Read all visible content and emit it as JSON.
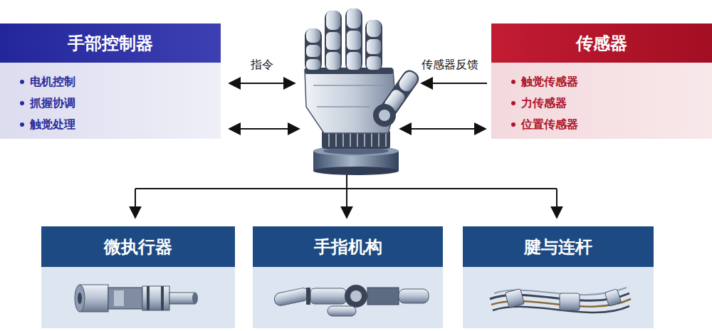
{
  "diagram": {
    "nodes": [
      {
        "text": [
          "手部控制器",
          "电机控制",
          "抓握协调",
          "触觉处理"
        ]
      },
      {
        "text": [
          "传感器",
          "触觉传感器",
          "力传感器",
          "位置传感器"
        ]
      },
      {
        "text": [
          "微执行器"
        ]
      },
      {
        "text": [
          "手指机构"
        ]
      },
      {
        "text": [
          "腱与连杆"
        ]
      }
    ],
    "labels": [
      "指令",
      "传感器反馈"
    ]
  }
}
